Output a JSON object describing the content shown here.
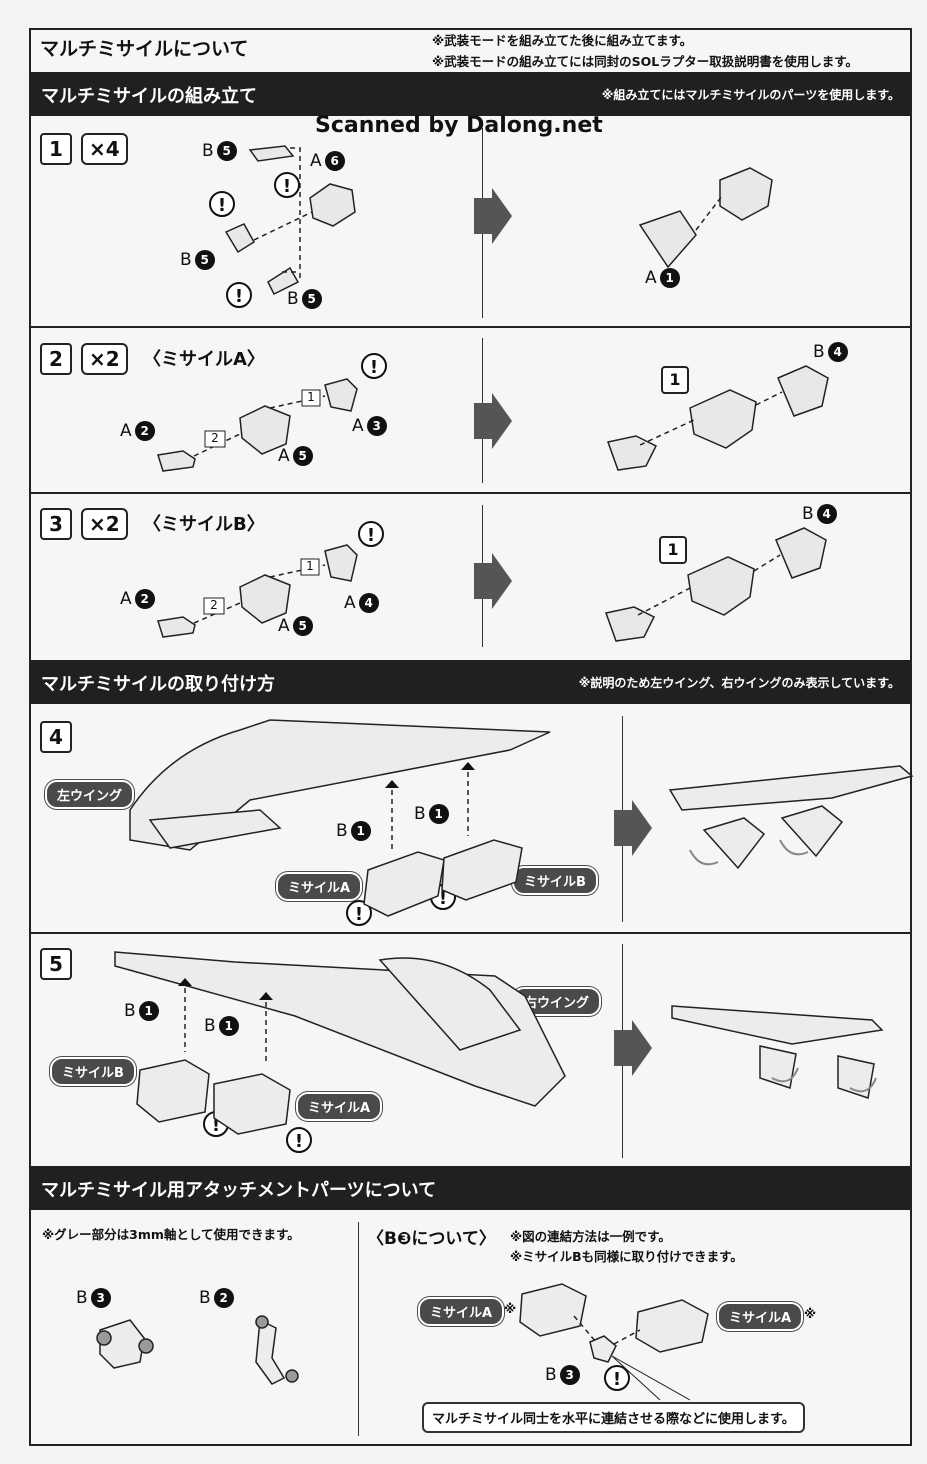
{
  "header": {
    "title": "マルチミサイルについて",
    "note1": "※武装モードを組み立てた後に組み立てます。",
    "note2": "※武装モードの組み立てには同封のSOLラプター取扱説明書を使用します。"
  },
  "watermark": "Scanned by Dalong.net",
  "section1": {
    "title": "マルチミサイルの組み立て",
    "note": "※組み立てにはマルチミサイルのパーツを使用します。"
  },
  "steps": [
    {
      "num": "1",
      "qty": "×4",
      "label": ""
    },
    {
      "num": "2",
      "qty": "×2",
      "label": "〈ミサイルA〉"
    },
    {
      "num": "3",
      "qty": "×2",
      "label": "〈ミサイルB〉"
    },
    {
      "num": "4",
      "qty": "",
      "label": ""
    },
    {
      "num": "5",
      "qty": "",
      "label": ""
    }
  ],
  "parts": {
    "b5": {
      "letter": "B",
      "num": "5"
    },
    "a6": {
      "letter": "A",
      "num": "6"
    },
    "a1": {
      "letter": "A",
      "num": "1"
    },
    "a2": {
      "letter": "A",
      "num": "2"
    },
    "a3": {
      "letter": "A",
      "num": "3"
    },
    "a4": {
      "letter": "A",
      "num": "4"
    },
    "a5": {
      "letter": "A",
      "num": "5"
    },
    "b4": {
      "letter": "B",
      "num": "4"
    },
    "b1": {
      "letter": "B",
      "num": "1"
    },
    "b3": {
      "letter": "B",
      "num": "3"
    },
    "b2": {
      "letter": "B",
      "num": "2"
    }
  },
  "subStepRefs": {
    "one": "1",
    "two": "2"
  },
  "warnMark": "!",
  "section2": {
    "title": "マルチミサイルの取り付け方",
    "note": "※説明のため左ウイング、右ウイングのみ表示しています。"
  },
  "pills": {
    "leftWing": "左ウイング",
    "rightWing": "右ウイング",
    "missileA": "ミサイルA",
    "missileB": "ミサイルB"
  },
  "section3": {
    "title": "マルチミサイル用アタッチメントパーツについて",
    "leftNote": "※グレー部分は3mm軸として使用できます。",
    "rightHeading": "〈B❸について〉",
    "rightNote1": "※図の連結方法は一例です。",
    "rightNote2": "※ミサイルBも同様に取り付けできます。",
    "asterisk": "※",
    "callout": "マルチミサイル同士を水平に連結させる際などに使用します。"
  }
}
